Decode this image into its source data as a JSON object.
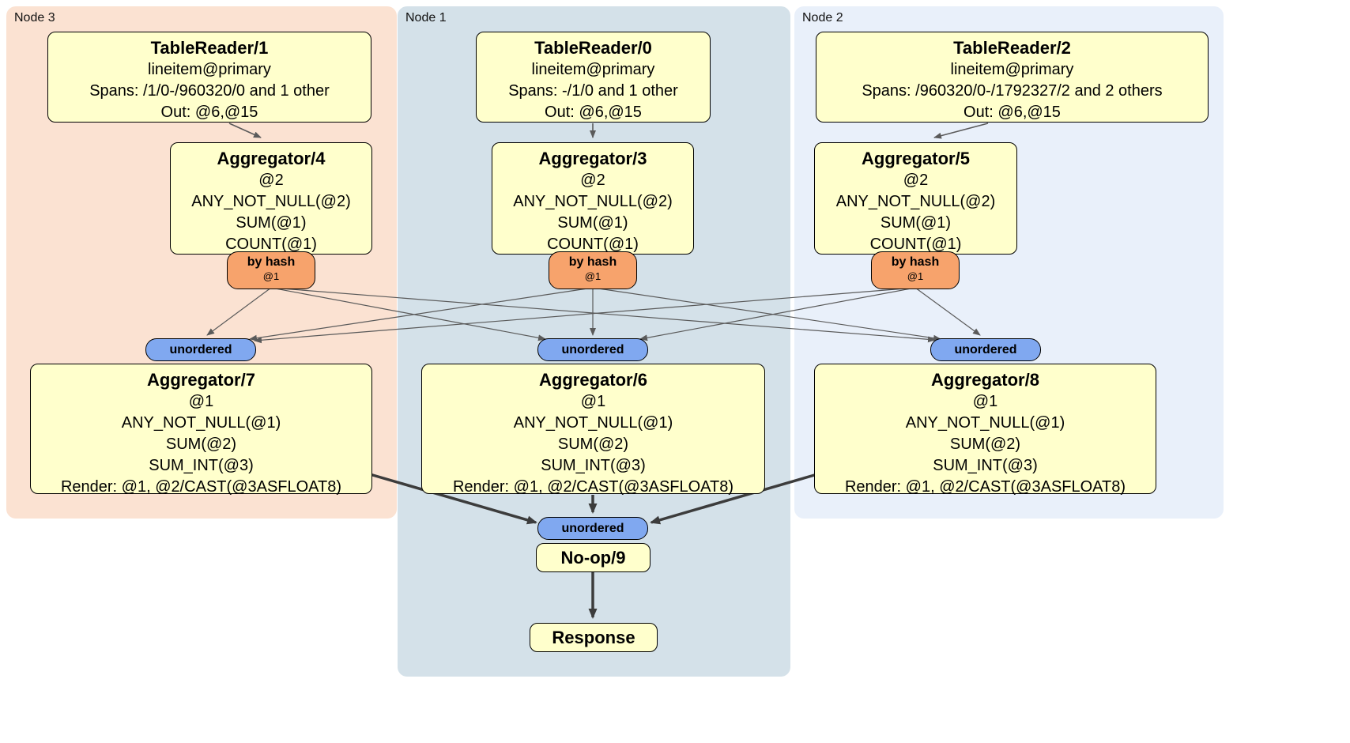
{
  "colors": {
    "panel_node3": "#fbe2d2",
    "panel_node1": "#d4e1e9",
    "panel_node2": "#e9f0fa",
    "processor_fill": "#ffffcc",
    "router_hash_fill": "#f7a36c",
    "sync_unordered_fill": "#80a8f0"
  },
  "panels": [
    {
      "label": "Node 3"
    },
    {
      "label": "Node 1"
    },
    {
      "label": "Node 2"
    }
  ],
  "nodes": {
    "tablereader1": {
      "title": "TableReader/1",
      "lines": [
        "lineitem@primary",
        "Spans: /1/0-/960320/0 and 1 other",
        "Out: @6,@15"
      ]
    },
    "tablereader0": {
      "title": "TableReader/0",
      "lines": [
        "lineitem@primary",
        "Spans: -/1/0 and 1 other",
        "Out: @6,@15"
      ]
    },
    "tablereader2": {
      "title": "TableReader/2",
      "lines": [
        "lineitem@primary",
        "Spans: /960320/0-/1792327/2 and 2 others",
        "Out: @6,@15"
      ]
    },
    "aggregator4": {
      "title": "Aggregator/4",
      "lines": [
        "@2",
        "ANY_NOT_NULL(@2)",
        "SUM(@1)",
        "COUNT(@1)"
      ]
    },
    "aggregator3": {
      "title": "Aggregator/3",
      "lines": [
        "@2",
        "ANY_NOT_NULL(@2)",
        "SUM(@1)",
        "COUNT(@1)"
      ]
    },
    "aggregator5": {
      "title": "Aggregator/5",
      "lines": [
        "@2",
        "ANY_NOT_NULL(@2)",
        "SUM(@1)",
        "COUNT(@1)"
      ]
    },
    "aggregator7": {
      "title": "Aggregator/7",
      "lines": [
        "@1",
        "ANY_NOT_NULL(@1)",
        "SUM(@2)",
        "SUM_INT(@3)",
        "Render: @1, @2/CAST(@3ASFLOAT8)"
      ]
    },
    "aggregator6": {
      "title": "Aggregator/6",
      "lines": [
        "@1",
        "ANY_NOT_NULL(@1)",
        "SUM(@2)",
        "SUM_INT(@3)",
        "Render: @1, @2/CAST(@3ASFLOAT8)"
      ]
    },
    "aggregator8": {
      "title": "Aggregator/8",
      "lines": [
        "@1",
        "ANY_NOT_NULL(@1)",
        "SUM(@2)",
        "SUM_INT(@3)",
        "Render: @1, @2/CAST(@3ASFLOAT8)"
      ]
    },
    "noop9": {
      "title": "No-op/9"
    },
    "response": {
      "title": "Response"
    }
  },
  "routers": {
    "by_hash": {
      "label": "by hash",
      "key": "@1"
    },
    "unordered": {
      "label": "unordered"
    }
  }
}
